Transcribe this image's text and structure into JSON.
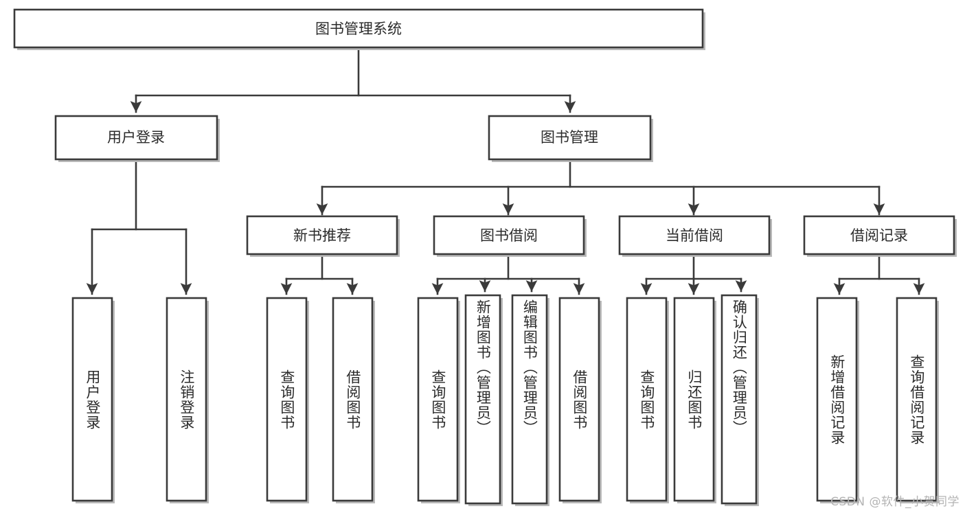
{
  "diagram": {
    "type": "tree-hierarchy",
    "title": "图书管理系统",
    "root": {
      "label": "图书管理系统"
    },
    "level2": [
      {
        "label": "用户登录"
      },
      {
        "label": "图书管理"
      }
    ],
    "level3": [
      {
        "label": "新书推荐"
      },
      {
        "label": "图书借阅"
      },
      {
        "label": "当前借阅"
      },
      {
        "label": "借阅记录"
      }
    ],
    "leaves": {
      "user_login": [
        {
          "label": "用户登录"
        },
        {
          "label": "注销登录"
        }
      ],
      "new_book_recommend": [
        {
          "label": "查询图书"
        },
        {
          "label": "借阅图书"
        }
      ],
      "book_borrow": [
        {
          "label": "查询图书"
        },
        {
          "label": "新增图书（管理员）"
        },
        {
          "label": "编辑图书（管理员）"
        },
        {
          "label": "借阅图书"
        }
      ],
      "current_borrow": [
        {
          "label": "查询图书"
        },
        {
          "label": "归还图书"
        },
        {
          "label": "确认归还（管理员）"
        }
      ],
      "borrow_record": [
        {
          "label": "新增借阅记录"
        },
        {
          "label": "查询借阅记录"
        }
      ]
    }
  },
  "watermark": {
    "text": "CSDN @软件_小贺同学"
  },
  "colors": {
    "box_stroke": "#3a3a3a",
    "box_fill": "#ffffff",
    "text": "#2b2b2b",
    "shadow": "#b9b9b9",
    "watermark": "#b4b4b4",
    "background": "#ffffff"
  }
}
